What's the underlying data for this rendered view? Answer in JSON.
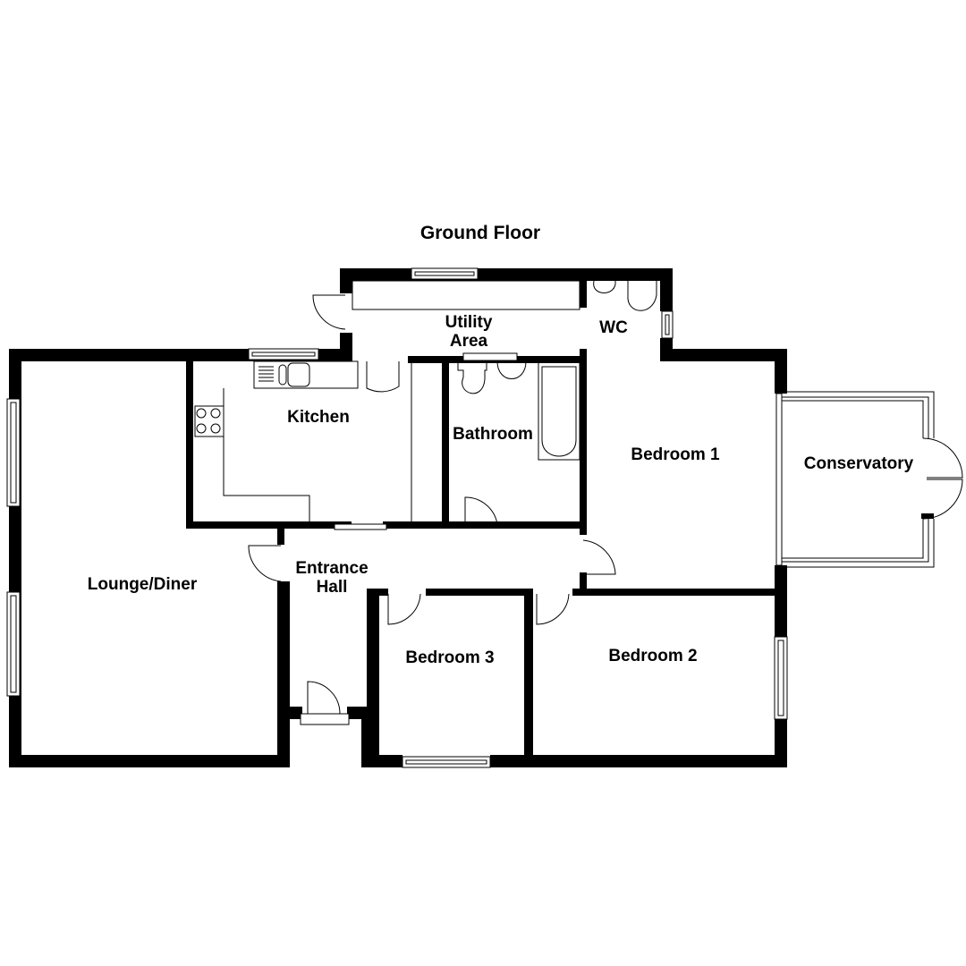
{
  "title": "Ground Floor",
  "rooms": {
    "utility": {
      "line1": "Utility",
      "line2": "Area"
    },
    "wc": "WC",
    "kitchen": "Kitchen",
    "bathroom": "Bathroom",
    "bedroom1": "Bedroom 1",
    "conservatory": "Conservatory",
    "lounge": "Lounge/Diner",
    "hall": {
      "line1": "Entrance",
      "line2": "Hall"
    },
    "bedroom3": "Bedroom 3",
    "bedroom2": "Bedroom 2"
  },
  "colors": {
    "wall": "#000000",
    "background": "#ffffff"
  }
}
